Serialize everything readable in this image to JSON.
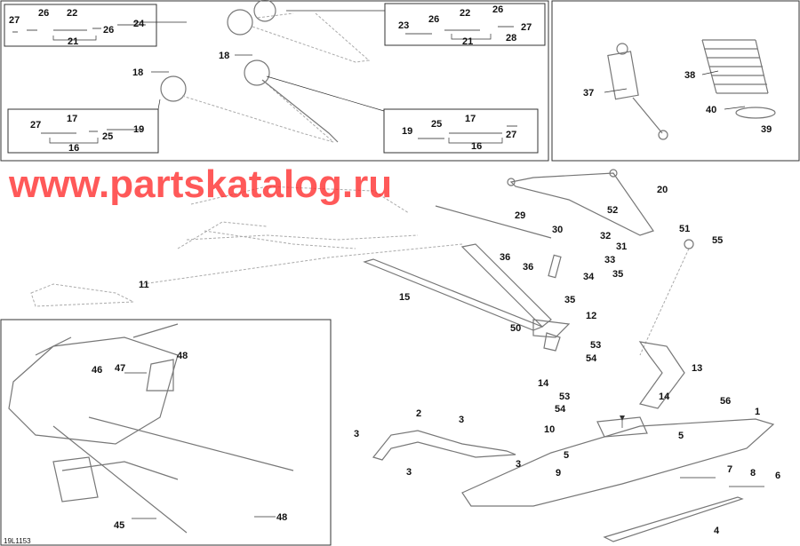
{
  "diagram": {
    "drawing_code": "19L1153",
    "watermark": "www.partskatalog.ru",
    "watermark_color": "#ff2a2a",
    "callouts": {
      "tl": [
        "27",
        "26",
        "22",
        "24",
        "26",
        "21"
      ],
      "tr": [
        "23",
        "26",
        "22",
        "26",
        "27",
        "28",
        "21"
      ],
      "top_mid": [
        "18",
        "18"
      ],
      "bl": [
        "27",
        "17",
        "25",
        "19",
        "16"
      ],
      "br": [
        "19",
        "25",
        "17",
        "27",
        "16"
      ],
      "shock": [
        "37",
        "38",
        "40",
        "39"
      ],
      "main": [
        "20",
        "29",
        "52",
        "51",
        "30",
        "32",
        "31",
        "33",
        "55",
        "36",
        "36",
        "34",
        "35",
        "15",
        "35",
        "12",
        "50",
        "11",
        "53",
        "54",
        "13",
        "14",
        "53",
        "54",
        "14",
        "56",
        "1",
        "2",
        "3",
        "3",
        "10",
        "5",
        "5",
        "9",
        "3",
        "3",
        "7",
        "8",
        "6",
        "4"
      ],
      "inset": [
        "48",
        "46",
        "47",
        "45",
        "48"
      ]
    }
  }
}
